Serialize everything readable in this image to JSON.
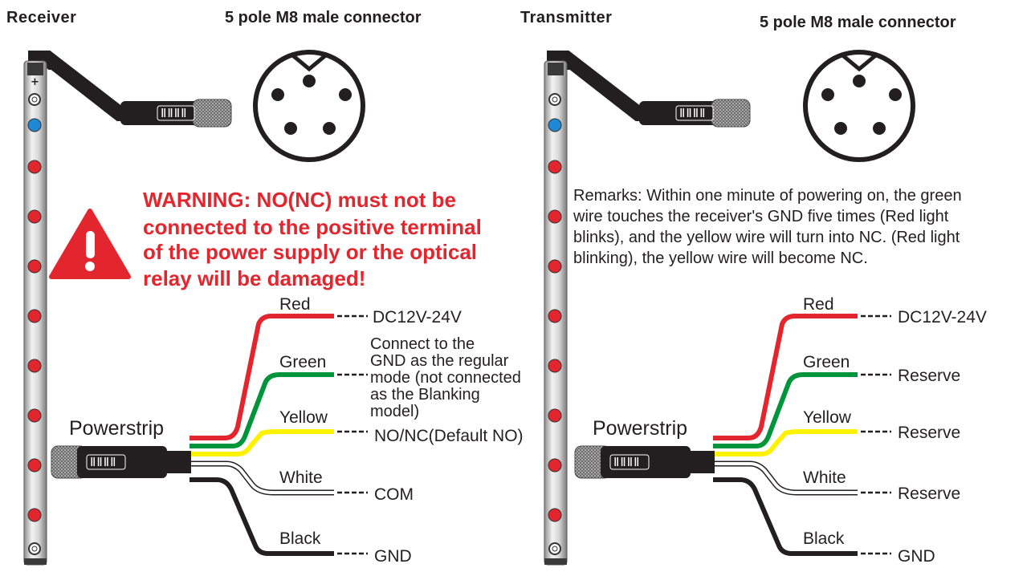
{
  "receiver": {
    "title": "Receiver",
    "connector_title": "5 pole M8 male connector",
    "strip_marker": "+",
    "warning_lines": [
      "WARNING: NO(NC)  must not be",
      "connected to the positive terminal",
      "of the power supply or the optical",
      "relay will be damaged!"
    ],
    "powerstrip_label": "Powerstrip",
    "plug_pins": "ⅡⅡⅡⅡ",
    "wires": [
      {
        "name": "Red",
        "function_lines": [
          "DC12V-24V"
        ]
      },
      {
        "name": "Green",
        "function_lines": [
          "Connect to the",
          "GND as the regular",
          "mode (not connected",
          "as the Blanking",
          "model)"
        ]
      },
      {
        "name": "Yellow",
        "function_lines": [
          "NO/NC(Default NO)"
        ]
      },
      {
        "name": "White",
        "function_lines": [
          "COM"
        ]
      },
      {
        "name": "Black",
        "function_lines": [
          "GND"
        ]
      }
    ]
  },
  "transmitter": {
    "title": "Transmitter",
    "connector_title": "5 pole M8 male connector",
    "remarks_lines": [
      "Remarks: Within one minute of powering on, the green",
      "wire touches the receiver's GND five times (Red light",
      "blinks), and the yellow wire will turn into NC. (Red light",
      "blinking), the yellow wire will become NC."
    ],
    "powerstrip_label": "Powerstrip",
    "plug_pins": "ⅡⅡⅡⅡ",
    "wires": [
      {
        "name": "Red",
        "function_lines": [
          "DC12V-24V"
        ]
      },
      {
        "name": "Green",
        "function_lines": [
          "Reserve"
        ]
      },
      {
        "name": "Yellow",
        "function_lines": [
          "Reserve"
        ]
      },
      {
        "name": "White",
        "function_lines": [
          "Reserve"
        ]
      },
      {
        "name": "Black",
        "function_lines": [
          "GND"
        ]
      }
    ]
  },
  "colors": {
    "red_wire": "#e3262e",
    "green_wire": "#00953a",
    "yellow_wire": "#fff200",
    "white_wire": "#ffffff",
    "black_wire": "#231f20",
    "warning_text": "#e3262e",
    "led_blue": "#1e88d6",
    "led_red": "#e3262e",
    "strip_metal": "#c4c4c4"
  },
  "icons": [
    "warning-triangle-icon",
    "m8-connector-pinout-icon",
    "led-indicator-icon",
    "mounting-hole-icon",
    "plug-icon"
  ]
}
